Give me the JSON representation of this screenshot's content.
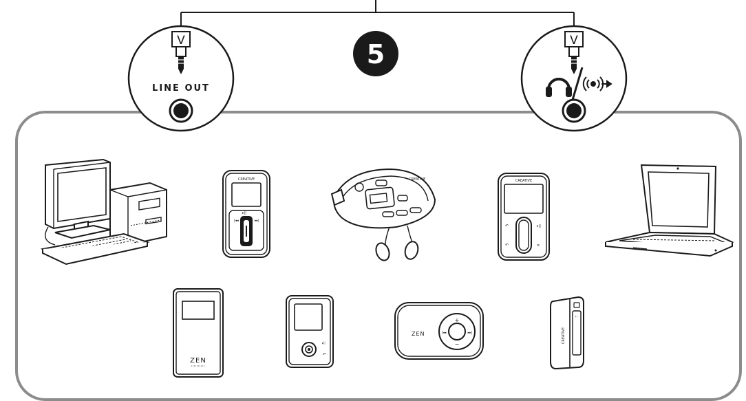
{
  "diagram": {
    "step_number": "5",
    "left_jack": {
      "label": "LINE OUT",
      "kind": "line-out-jack"
    },
    "right_jack": {
      "label": "",
      "kind": "headphone-speaker-jack"
    },
    "plug_symbol": "V",
    "devices": [
      {
        "id": "desktop-computer",
        "label": ""
      },
      {
        "id": "zen-micro-player",
        "label": "CREATIVE"
      },
      {
        "id": "portable-cd-player",
        "label": "CREATIVE"
      },
      {
        "id": "zen-vision-player",
        "label": "CREATIVE"
      },
      {
        "id": "laptop-computer",
        "label": ""
      },
      {
        "id": "zen-nano-player",
        "label": "ZEN"
      },
      {
        "id": "zen-v-player",
        "label": ""
      },
      {
        "id": "zen-stone-player",
        "label": "ZEN"
      },
      {
        "id": "muvo-stick-player",
        "label": "CREATIVE"
      }
    ]
  },
  "colors": {
    "stroke": "#1a1a1a",
    "panel_border": "#8c8c8c",
    "badge": "#1a1a1a",
    "badge_text": "#ffffff"
  }
}
